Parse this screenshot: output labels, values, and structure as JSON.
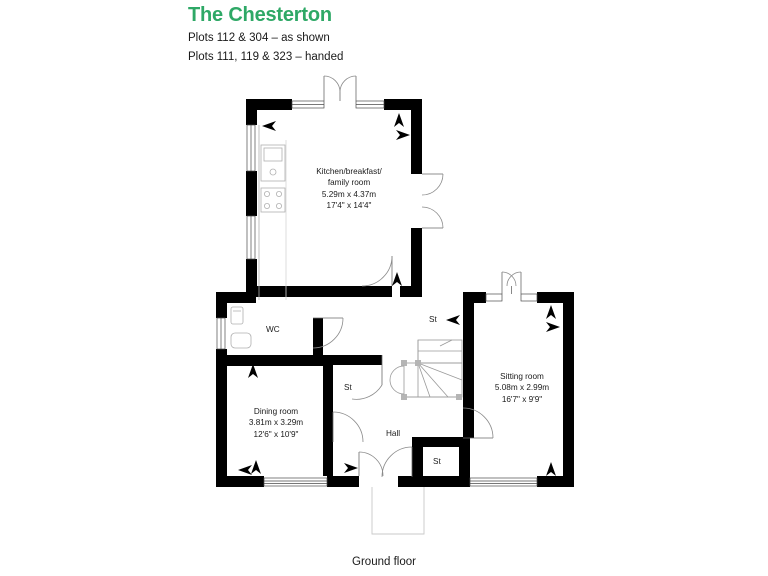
{
  "header": {
    "title": "The Chesterton",
    "line1": "Plots 112 & 304 – as shown",
    "line2": "Plots 111, 119 & 323 – handed"
  },
  "footer": {
    "label": "Ground floor"
  },
  "colors": {
    "accent": "#2ea866",
    "wall": "#000000",
    "text": "#1a1a1a",
    "thin_line": "#9a9a9a"
  },
  "rooms": [
    {
      "id": "kitchen",
      "name_line1": "Kitchen/breakfast/",
      "name_line2": "family room",
      "dim_metric": "5.29m x 4.37m",
      "dim_imperial": "17'4\" x 14'4\""
    },
    {
      "id": "sitting",
      "name_line1": "Sitting room",
      "name_line2": "",
      "dim_metric": "5.08m x 2.99m",
      "dim_imperial": "16'7\" x 9'9\""
    },
    {
      "id": "dining",
      "name_line1": "Dining room",
      "name_line2": "",
      "dim_metric": "3.81m x 3.29m",
      "dim_imperial": "12'6\" x 10'9\""
    }
  ],
  "small_labels": [
    {
      "id": "wc",
      "text": "WC"
    },
    {
      "id": "hall",
      "text": "Hall"
    },
    {
      "id": "store-1",
      "text": "St"
    },
    {
      "id": "store-2",
      "text": "St"
    },
    {
      "id": "store-3",
      "text": "St"
    }
  ]
}
